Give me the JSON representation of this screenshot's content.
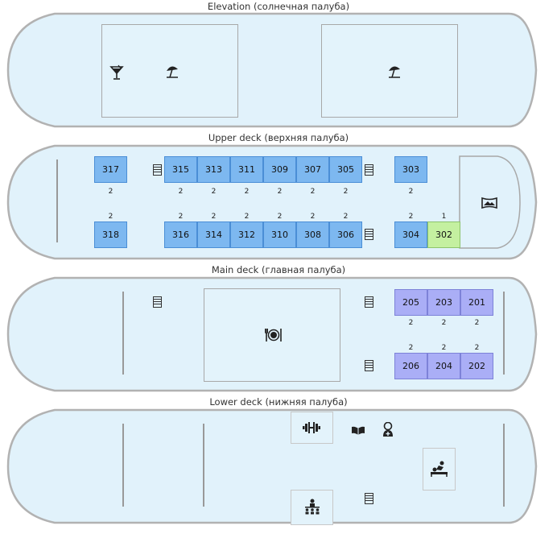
{
  "colors": {
    "hull_fill": "#e1f2fb",
    "hull_stroke": "#b2b2b2",
    "cabin_blue": "#7db8f0",
    "cabin_violet": "#aaaef6",
    "cabin_green": "#c4f0a0"
  },
  "decks": {
    "elevation": {
      "title": "Elevation (солнечная палуба)",
      "icons": [
        "cocktail-icon",
        "beach-umbrella-icon",
        "beach-umbrella-icon"
      ]
    },
    "upper": {
      "title": "Upper deck (верхняя палуба)",
      "rooms": [
        {
          "num": "317",
          "cap": "2"
        },
        {
          "num": "315",
          "cap": "2"
        },
        {
          "num": "313",
          "cap": "2"
        },
        {
          "num": "311",
          "cap": "2"
        },
        {
          "num": "309",
          "cap": "2"
        },
        {
          "num": "307",
          "cap": "2"
        },
        {
          "num": "305",
          "cap": "2"
        },
        {
          "num": "303",
          "cap": "2"
        },
        {
          "num": "318",
          "cap": "2"
        },
        {
          "num": "316",
          "cap": "2"
        },
        {
          "num": "314",
          "cap": "2"
        },
        {
          "num": "312",
          "cap": "2"
        },
        {
          "num": "310",
          "cap": "2"
        },
        {
          "num": "308",
          "cap": "2"
        },
        {
          "num": "306",
          "cap": "2"
        },
        {
          "num": "304",
          "cap": "2"
        },
        {
          "num": "302",
          "cap": "1"
        }
      ],
      "icons": [
        "stairs-icon",
        "panorama-icon"
      ]
    },
    "main": {
      "title": "Main deck (главная палуба)",
      "rooms": [
        {
          "num": "205",
          "cap": "2"
        },
        {
          "num": "203",
          "cap": "2"
        },
        {
          "num": "201",
          "cap": "2"
        },
        {
          "num": "206",
          "cap": "2"
        },
        {
          "num": "204",
          "cap": "2"
        },
        {
          "num": "202",
          "cap": "2"
        }
      ],
      "icons": [
        "stairs-icon",
        "restaurant-icon"
      ]
    },
    "lower": {
      "title": "Lower deck (нижняя палуба)",
      "icons": [
        "gym-icon",
        "library-icon",
        "medical-icon",
        "massage-icon",
        "conference-icon",
        "stairs-icon"
      ]
    }
  }
}
